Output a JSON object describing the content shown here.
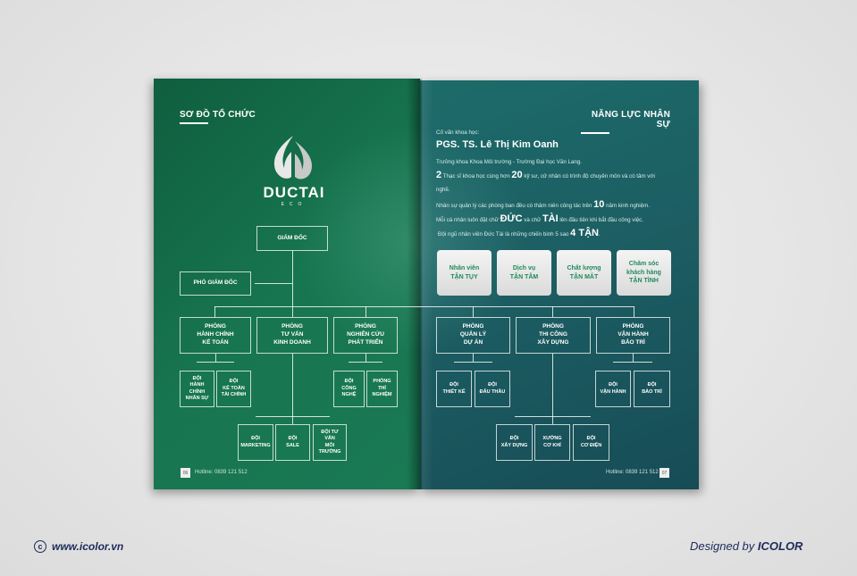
{
  "left_page": {
    "section_title": "SƠ ĐỒ TỔ CHỨC",
    "logo": {
      "name": "DUCTAI",
      "sub": "ECO"
    },
    "director": "GIÁM ĐỐC",
    "deputy": "PHÓ GIÁM ĐỐC",
    "departments": [
      {
        "label": "PHÒNG\nHÀNH CHÍNH\nKẾ TOÁN",
        "teams": [
          "ĐỘI\nHÀNH CHÍNH\nNHÂN SỰ",
          "ĐỘI\nKẾ TOÁN\nTÀI CHÍNH"
        ]
      },
      {
        "label": "PHÒNG\nTƯ VẤN\nKINH DOANH",
        "teams": [
          "ĐỘI\nMARKETING",
          "ĐỘI\nSALE",
          "ĐỘI TƯ VẤN\nMÔI TRƯỜNG"
        ]
      },
      {
        "label": "PHÒNG\nNGHIÊN CỨU\nPHÁT TRIỂN",
        "teams": [
          "ĐỘI\nCÔNG NGHỆ",
          "PHÒNG\nTHÍ NGHIỆM"
        ]
      }
    ],
    "page_number": "06",
    "hotline": "Hotline: 0839 121 512"
  },
  "right_page": {
    "section_title": "NĂNG LỰC NHÂN SỰ",
    "advisor_label": "Cố vấn khoa học:",
    "advisor_name": "PGS. TS. Lê Thị Kim Oanh",
    "advisor_title": "Trưởng khoa Khoa Môi trường - Trường Đại học Văn Lang.",
    "line2": {
      "n1": "2",
      "t1": " Thạc sĩ khoa học cùng hơn ",
      "n2": "20",
      "t2": " kỹ sư, cử nhân có trình độ chuyên môn và có tâm với"
    },
    "line2b": "nghề.",
    "line3": {
      "t1": "Nhân sự quản lý các phòng ban đều có thâm niên công tác trên ",
      "n1": "10",
      "t2": " năm kinh nghiệm."
    },
    "line4": {
      "t1": "Mỗi cá nhân luôn đặt chữ ",
      "w1": "ĐỨC",
      "t2": " và chữ ",
      "w2": "TÀI",
      "t3": " lên đầu tiên khi bắt đầu công việc."
    },
    "line5": {
      "t1": "Đội ngũ nhân viên Đức Tài là những chiến binh 5 sao ",
      "w1": "4 TẬN",
      "t2": "."
    },
    "cards": [
      "Nhân viên\nTẬN TỤY",
      "Dịch vụ\nTẬN TÂM",
      "Chất lượng\nTẬN MẮT",
      "Chăm sóc\nkhách hàng\nTẬN TÌNH"
    ],
    "departments": [
      {
        "label": "PHÒNG\nQUẢN LÝ\nDỰ ÁN",
        "teams": [
          "ĐỘI\nTHIẾT KẾ",
          "ĐỘI\nĐẤU THẦU"
        ]
      },
      {
        "label": "PHÒNG\nTHI CÔNG\nXÂY DỰNG",
        "teams": [
          "ĐỘI\nXÂY DỰNG",
          "XƯỞNG\nCƠ KHÍ",
          "ĐỘI\nCƠ ĐIỆN"
        ]
      },
      {
        "label": "PHÒNG\nVẬN HÀNH\nBẢO TRÌ",
        "teams": [
          "ĐỘI\nVẬN HÀNH",
          "ĐỘI\nBẢO TRÌ"
        ]
      }
    ],
    "page_number": "07",
    "hotline": "Hotline: 0839 121 512"
  },
  "footer": {
    "website": "www.icolor.vn",
    "credit_prefix": "Designed by ",
    "credit_brand": "ICOLOR",
    "color": "#1e2a5a"
  }
}
